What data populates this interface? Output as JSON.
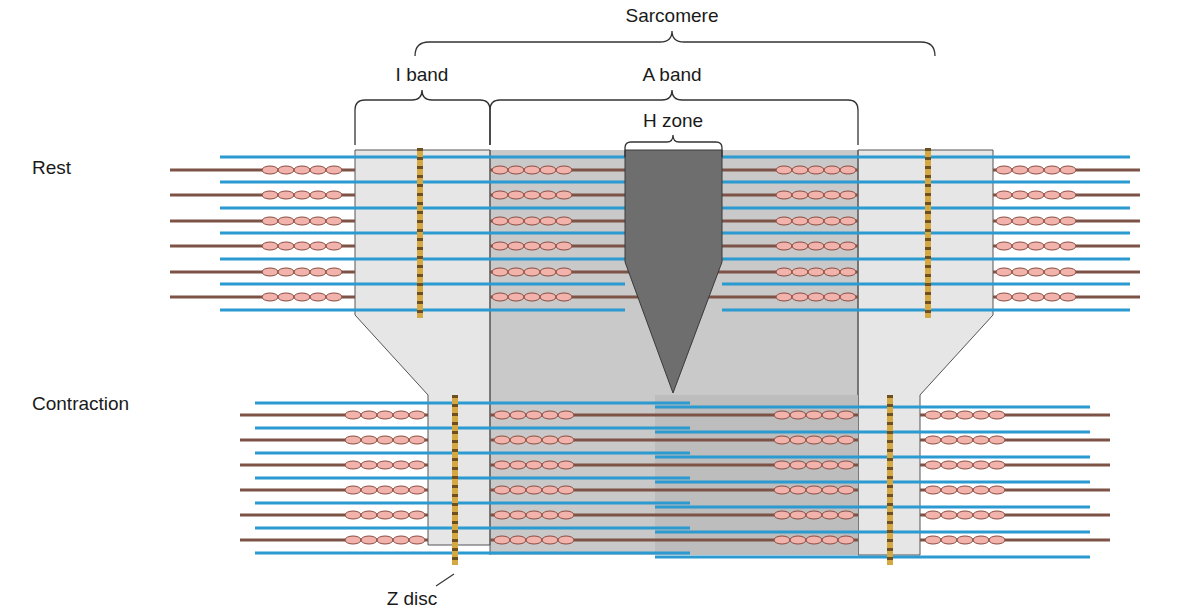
{
  "diagram": {
    "labels": [
      "Sarcomere",
      "I band",
      "A band",
      "H zone",
      "Rest",
      "Contraction",
      "Z disc"
    ]
  }
}
